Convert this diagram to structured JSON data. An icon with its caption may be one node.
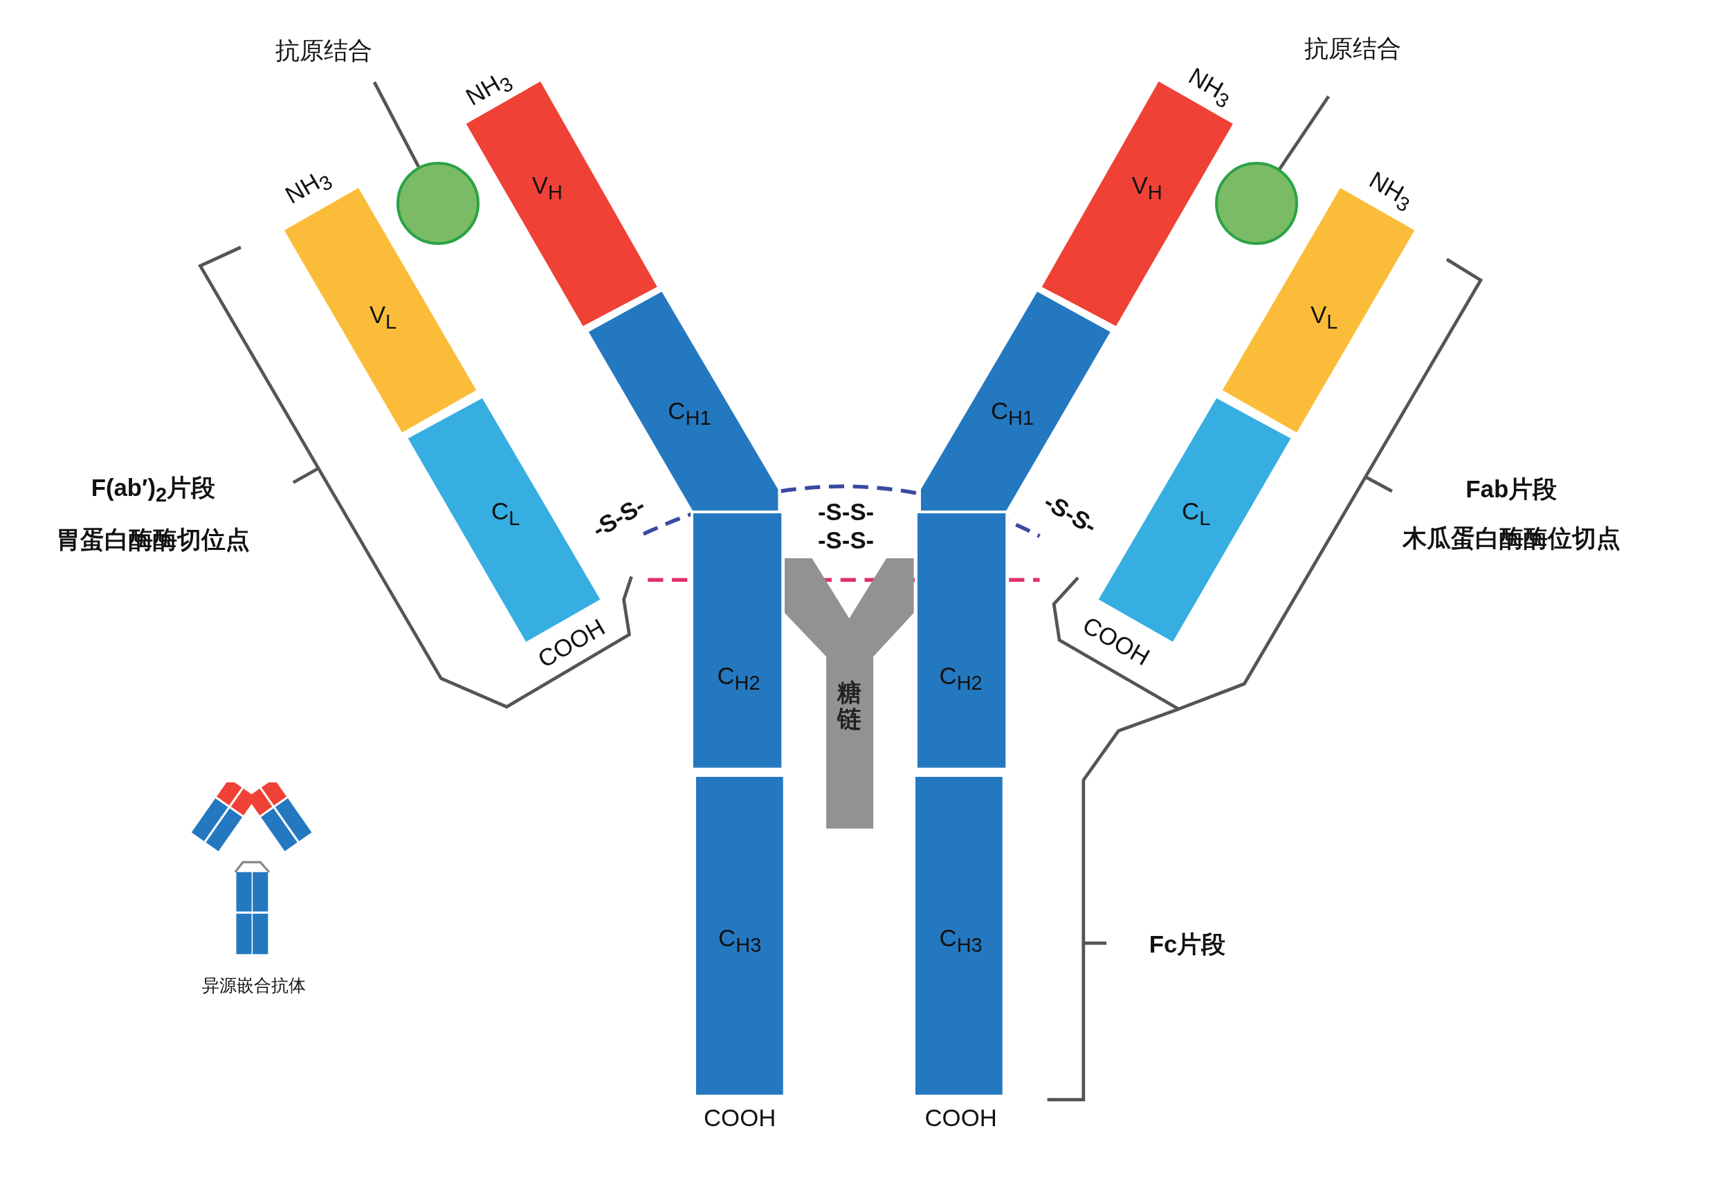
{
  "diagram": {
    "nodes": [
      {
        "text": [
          "抗原结合"
        ]
      },
      {
        "text": [],
        "shape": "circle"
      },
      {
        "text": [
          "抗原结合"
        ]
      },
      {
        "text": [],
        "shape": "circle"
      },
      {
        "text": [
          "V$_{H}$"
        ]
      },
      {
        "text": [
          "V$_{H}$"
        ]
      },
      {
        "text": [
          "V$_{L}$"
        ]
      },
      {
        "text": [
          "V$_{L}$"
        ]
      },
      {
        "text": [
          "C$_{H1}$"
        ]
      },
      {
        "text": [
          "C$_{H1}$"
        ]
      },
      {
        "text": [
          "C$_{L}$"
        ]
      },
      {
        "text": [
          "C$_{L}$"
        ]
      },
      {
        "text": [
          "C$_{H2}$"
        ]
      },
      {
        "text": [
          "糖链"
        ]
      },
      {
        "text": [
          "C$_{H2}$"
        ]
      },
      {
        "text": [
          "C$_{H3}$"
        ],
        "beside": [
          "COOH"
        ]
      },
      {
        "text": [
          "C$_{H3}$"
        ],
        "beside": [
          "COOH"
        ]
      }
    ],
    "edges": [
      {
        "from": 0,
        "to": 1,
        "arrow": "none"
      },
      {
        "from": 2,
        "to": 3,
        "arrow": "none"
      }
    ],
    "labels": [
      "NH$_{3}$",
      "NH$_{3}$",
      "NH$_{3}$",
      "NH$_{3}$",
      "-S-S-",
      "-S-S-",
      "-S-S-",
      "-S-S-",
      "F(ab′)$_{2}$片段",
      "胃蛋白酶酶切位点",
      "Fab片段",
      "木瓜蛋白酶酶位切点",
      "COOH",
      "COOH",
      "Fc片段",
      "异源嵌合抗体"
    ]
  }
}
